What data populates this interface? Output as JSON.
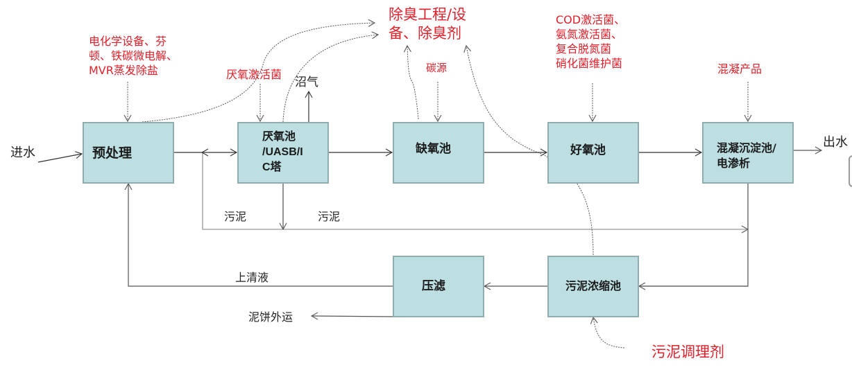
{
  "diagram": {
    "title": "污水处理工艺流程图",
    "process_units": {
      "pretreatment": "预处理",
      "anaerobic": "厌氧池\n/UASB/I\nC塔",
      "anoxic": "缺氧池",
      "aerobic": "好氧池",
      "coagulation": "混凝沉淀池/\n电渗析",
      "filter_press": "压滤",
      "sludge_thickener": "污泥浓缩池"
    },
    "flow_labels": {
      "inlet": "进水",
      "outlet": "出水",
      "biogas": "沼气",
      "sludge_1": "污泥",
      "sludge_2": "污泥",
      "supernatant": "上清液",
      "cake_out": "泥饼外运"
    },
    "product_annotations": {
      "pretreatment_products": "电化学设备、芬\n顿、铁碳微电解、\nMVR蒸发除盐",
      "anaerobic_bacteria": "厌氧激活菌",
      "deodorization": "除臭工程/设\n备、除臭剂",
      "carbon_source": "碳源",
      "aerobic_bacteria": "COD激活菌、\n氨氮激活菌、\n复合脱氮菌\n硝化菌维护菌",
      "coagulation_products": "混凝产品",
      "sludge_conditioner": "污泥调理剂"
    },
    "colors": {
      "box_fill": "#bddfe2",
      "box_border": "#8fadaf",
      "annotation_red": "#e0202a",
      "line_dark": "#333333",
      "line_gray": "#aaaaaa"
    }
  }
}
